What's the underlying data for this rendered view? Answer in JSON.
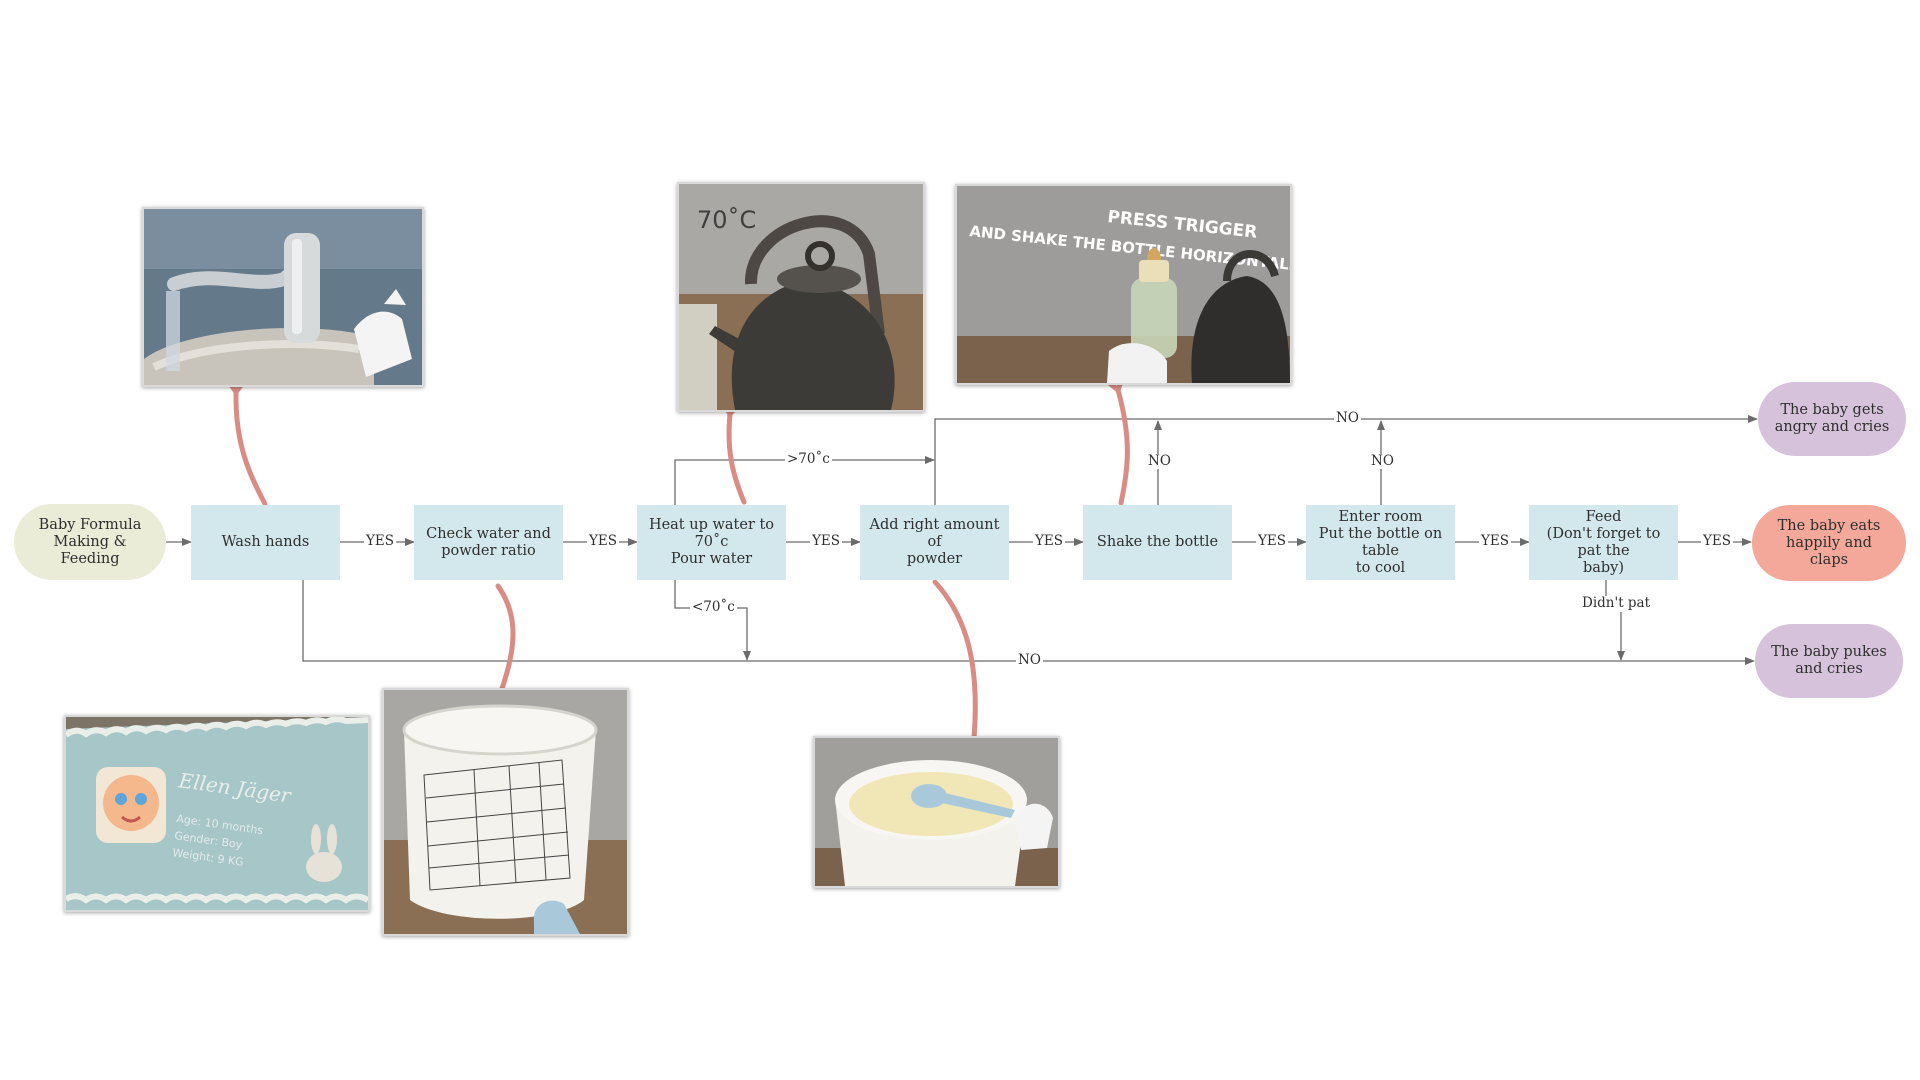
{
  "nodes": {
    "start": [
      "Baby Formula",
      "Making &",
      "Feeding"
    ],
    "wash": [
      "Wash hands"
    ],
    "check": [
      "Check water and",
      "powder ratio"
    ],
    "heat": [
      "Heat up water to 70˚c",
      "Pour water"
    ],
    "add": [
      "Add right amount of",
      "powder"
    ],
    "shake": [
      "Shake the bottle"
    ],
    "enter": [
      "Enter room",
      "Put the bottle on table",
      "to cool"
    ],
    "feed": [
      "Feed",
      "(Don't forget to pat the",
      "baby)"
    ],
    "angry": [
      "The baby gets",
      "angry and cries"
    ],
    "happy": [
      "The baby eats",
      "happily and",
      "claps"
    ],
    "pukes": [
      "The baby pukes",
      "and cries"
    ]
  },
  "edge_labels": {
    "yes": "YES",
    "no": "NO",
    "gt70": ">70˚c",
    "lt70": "<70˚c",
    "didnt_pat": "Didn't pat"
  },
  "screenshots": {
    "kettle_temp": "70˚C",
    "shake_line1": "PRESS TRIGGER",
    "shake_line2": "AND SHAKE THE BOTTLE HORIZONTALLY!",
    "card_name": "Ellen Jäger",
    "card_line1": "Age: 10 months",
    "card_line2": "Gender: Boy",
    "card_line3": "Weight: 9 KG"
  },
  "colors": {
    "process_box": "#d3e8ec",
    "start_pill": "#ebecd8",
    "angry_pill": "#d6c3db",
    "happy_pill": "#f3a89a",
    "pukes_pill": "#d6c3db",
    "arrow_red": "#d98c84",
    "connector": "#6b6b6b"
  }
}
